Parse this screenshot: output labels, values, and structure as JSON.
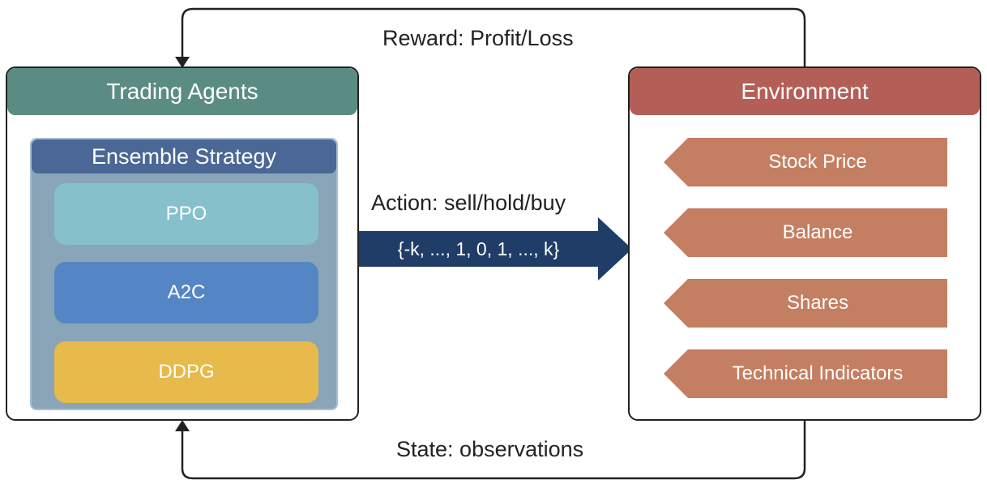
{
  "reward": {
    "label": "Reward: Profit/Loss"
  },
  "state": {
    "label": "State: observations"
  },
  "action": {
    "label": "Action: sell/hold/buy",
    "values": "{-k, ..., 1, 0, 1, ..., k}"
  },
  "agents": {
    "title": "Trading Agents",
    "ensemble": {
      "title": "Ensemble Strategy",
      "algorithms": [
        "PPO",
        "A2C",
        "DDPG"
      ]
    }
  },
  "environment": {
    "title": "Environment",
    "items": [
      "Stock Price",
      "Balance",
      "Shares",
      "Technical Indicators"
    ]
  },
  "colors": {
    "agents_header": "#5b8c84",
    "environment_header": "#b35f58",
    "ensemble_header": "#4a6796",
    "ensemble_body": "#8aa4b8",
    "ppo": "#86c1cb",
    "a2c": "#5486c5",
    "ddpg": "#e6ba4b",
    "env_item": "#c47e61",
    "action_arrow": "#1f3d66"
  }
}
